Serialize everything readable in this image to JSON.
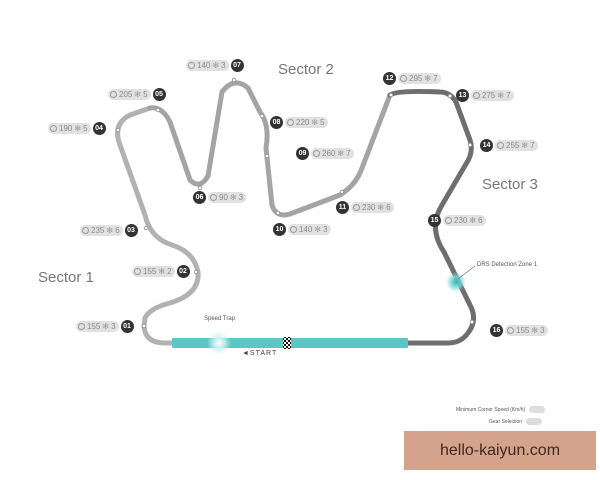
{
  "sectors": [
    {
      "label": "Sector 1"
    },
    {
      "label": "Sector 2"
    },
    {
      "label": "Sector 3"
    }
  ],
  "corners": [
    {
      "number": "01",
      "speed": "155",
      "gear": "3"
    },
    {
      "number": "02",
      "speed": "155",
      "gear": "2"
    },
    {
      "number": "03",
      "speed": "235",
      "gear": "6"
    },
    {
      "number": "04",
      "speed": "190",
      "gear": "5"
    },
    {
      "number": "05",
      "speed": "205",
      "gear": "5"
    },
    {
      "number": "06",
      "speed": "90",
      "gear": "3"
    },
    {
      "number": "07",
      "speed": "140",
      "gear": "3"
    },
    {
      "number": "08",
      "speed": "220",
      "gear": "5"
    },
    {
      "number": "09",
      "speed": "260",
      "gear": "7"
    },
    {
      "number": "10",
      "speed": "140",
      "gear": "3"
    },
    {
      "number": "11",
      "speed": "230",
      "gear": "6"
    },
    {
      "number": "12",
      "speed": "295",
      "gear": "7"
    },
    {
      "number": "13",
      "speed": "275",
      "gear": "7"
    },
    {
      "number": "14",
      "speed": "255",
      "gear": "7"
    },
    {
      "number": "15",
      "speed": "230",
      "gear": "6"
    },
    {
      "number": "16",
      "speed": "155",
      "gear": "3"
    }
  ],
  "labels": {
    "speed_trap": "Speed Trap",
    "start": "◄START",
    "drs_zone": "DRS Detection Zone 1"
  },
  "legend": {
    "min_corner_speed": "Minimum Corner Speed (Km/h)",
    "gear_selection": "Gear Selection"
  },
  "watermark": "hello-kaiyun.com",
  "colors": {
    "track_sector1": "#b2b2b2",
    "track_sector2": "#a4a4a4",
    "track_sector3": "#6e6e6e",
    "drs_zone": "#5cc6c4",
    "speed_trap_glow": "#b9eaec",
    "corner_badge": "#333333",
    "watermark_bg": "#d5a38b"
  },
  "icons": {
    "speed": "speedometer-icon",
    "gear": "gear-icon",
    "finish": "checkered-flag-icon"
  }
}
